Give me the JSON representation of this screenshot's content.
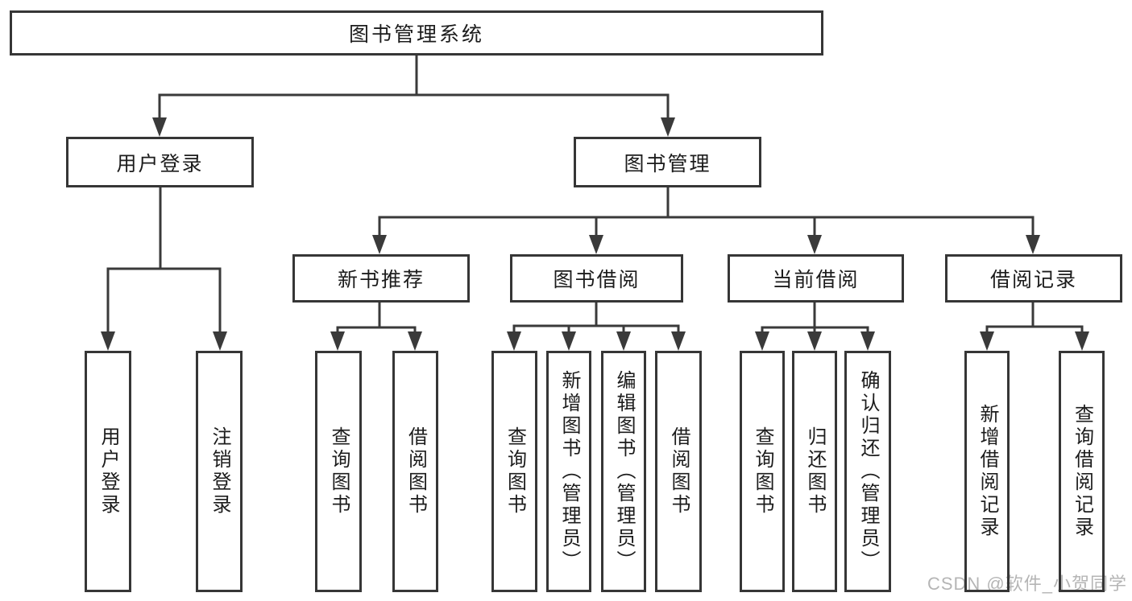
{
  "tree": {
    "label": "图书管理系统",
    "children": [
      {
        "label": "用户登录",
        "children": [
          {
            "label": "用户登录"
          },
          {
            "label": "注销登录"
          }
        ]
      },
      {
        "label": "图书管理",
        "children": [
          {
            "label": "新书推荐",
            "children": [
              {
                "label": "查询图书"
              },
              {
                "label": "借阅图书"
              }
            ]
          },
          {
            "label": "图书借阅",
            "children": [
              {
                "label": "查询图书"
              },
              {
                "label": "新增图书（管理员）"
              },
              {
                "label": "编辑图书（管理员）"
              },
              {
                "label": "借阅图书"
              }
            ]
          },
          {
            "label": "当前借阅",
            "children": [
              {
                "label": "查询图书"
              },
              {
                "label": "归还图书"
              },
              {
                "label": "确认归还（管理员）"
              }
            ]
          },
          {
            "label": "借阅记录",
            "children": [
              {
                "label": "新增借阅记录"
              },
              {
                "label": "查询借阅记录"
              }
            ]
          }
        ]
      }
    ]
  },
  "watermark": {
    "text": "CSDN @软件_小贺同学",
    "color": "#b5b5b5"
  },
  "colors": {
    "line": "#3a3a3a",
    "border": "#363636",
    "text": "#1c1c1c",
    "background": "#ffffff"
  }
}
